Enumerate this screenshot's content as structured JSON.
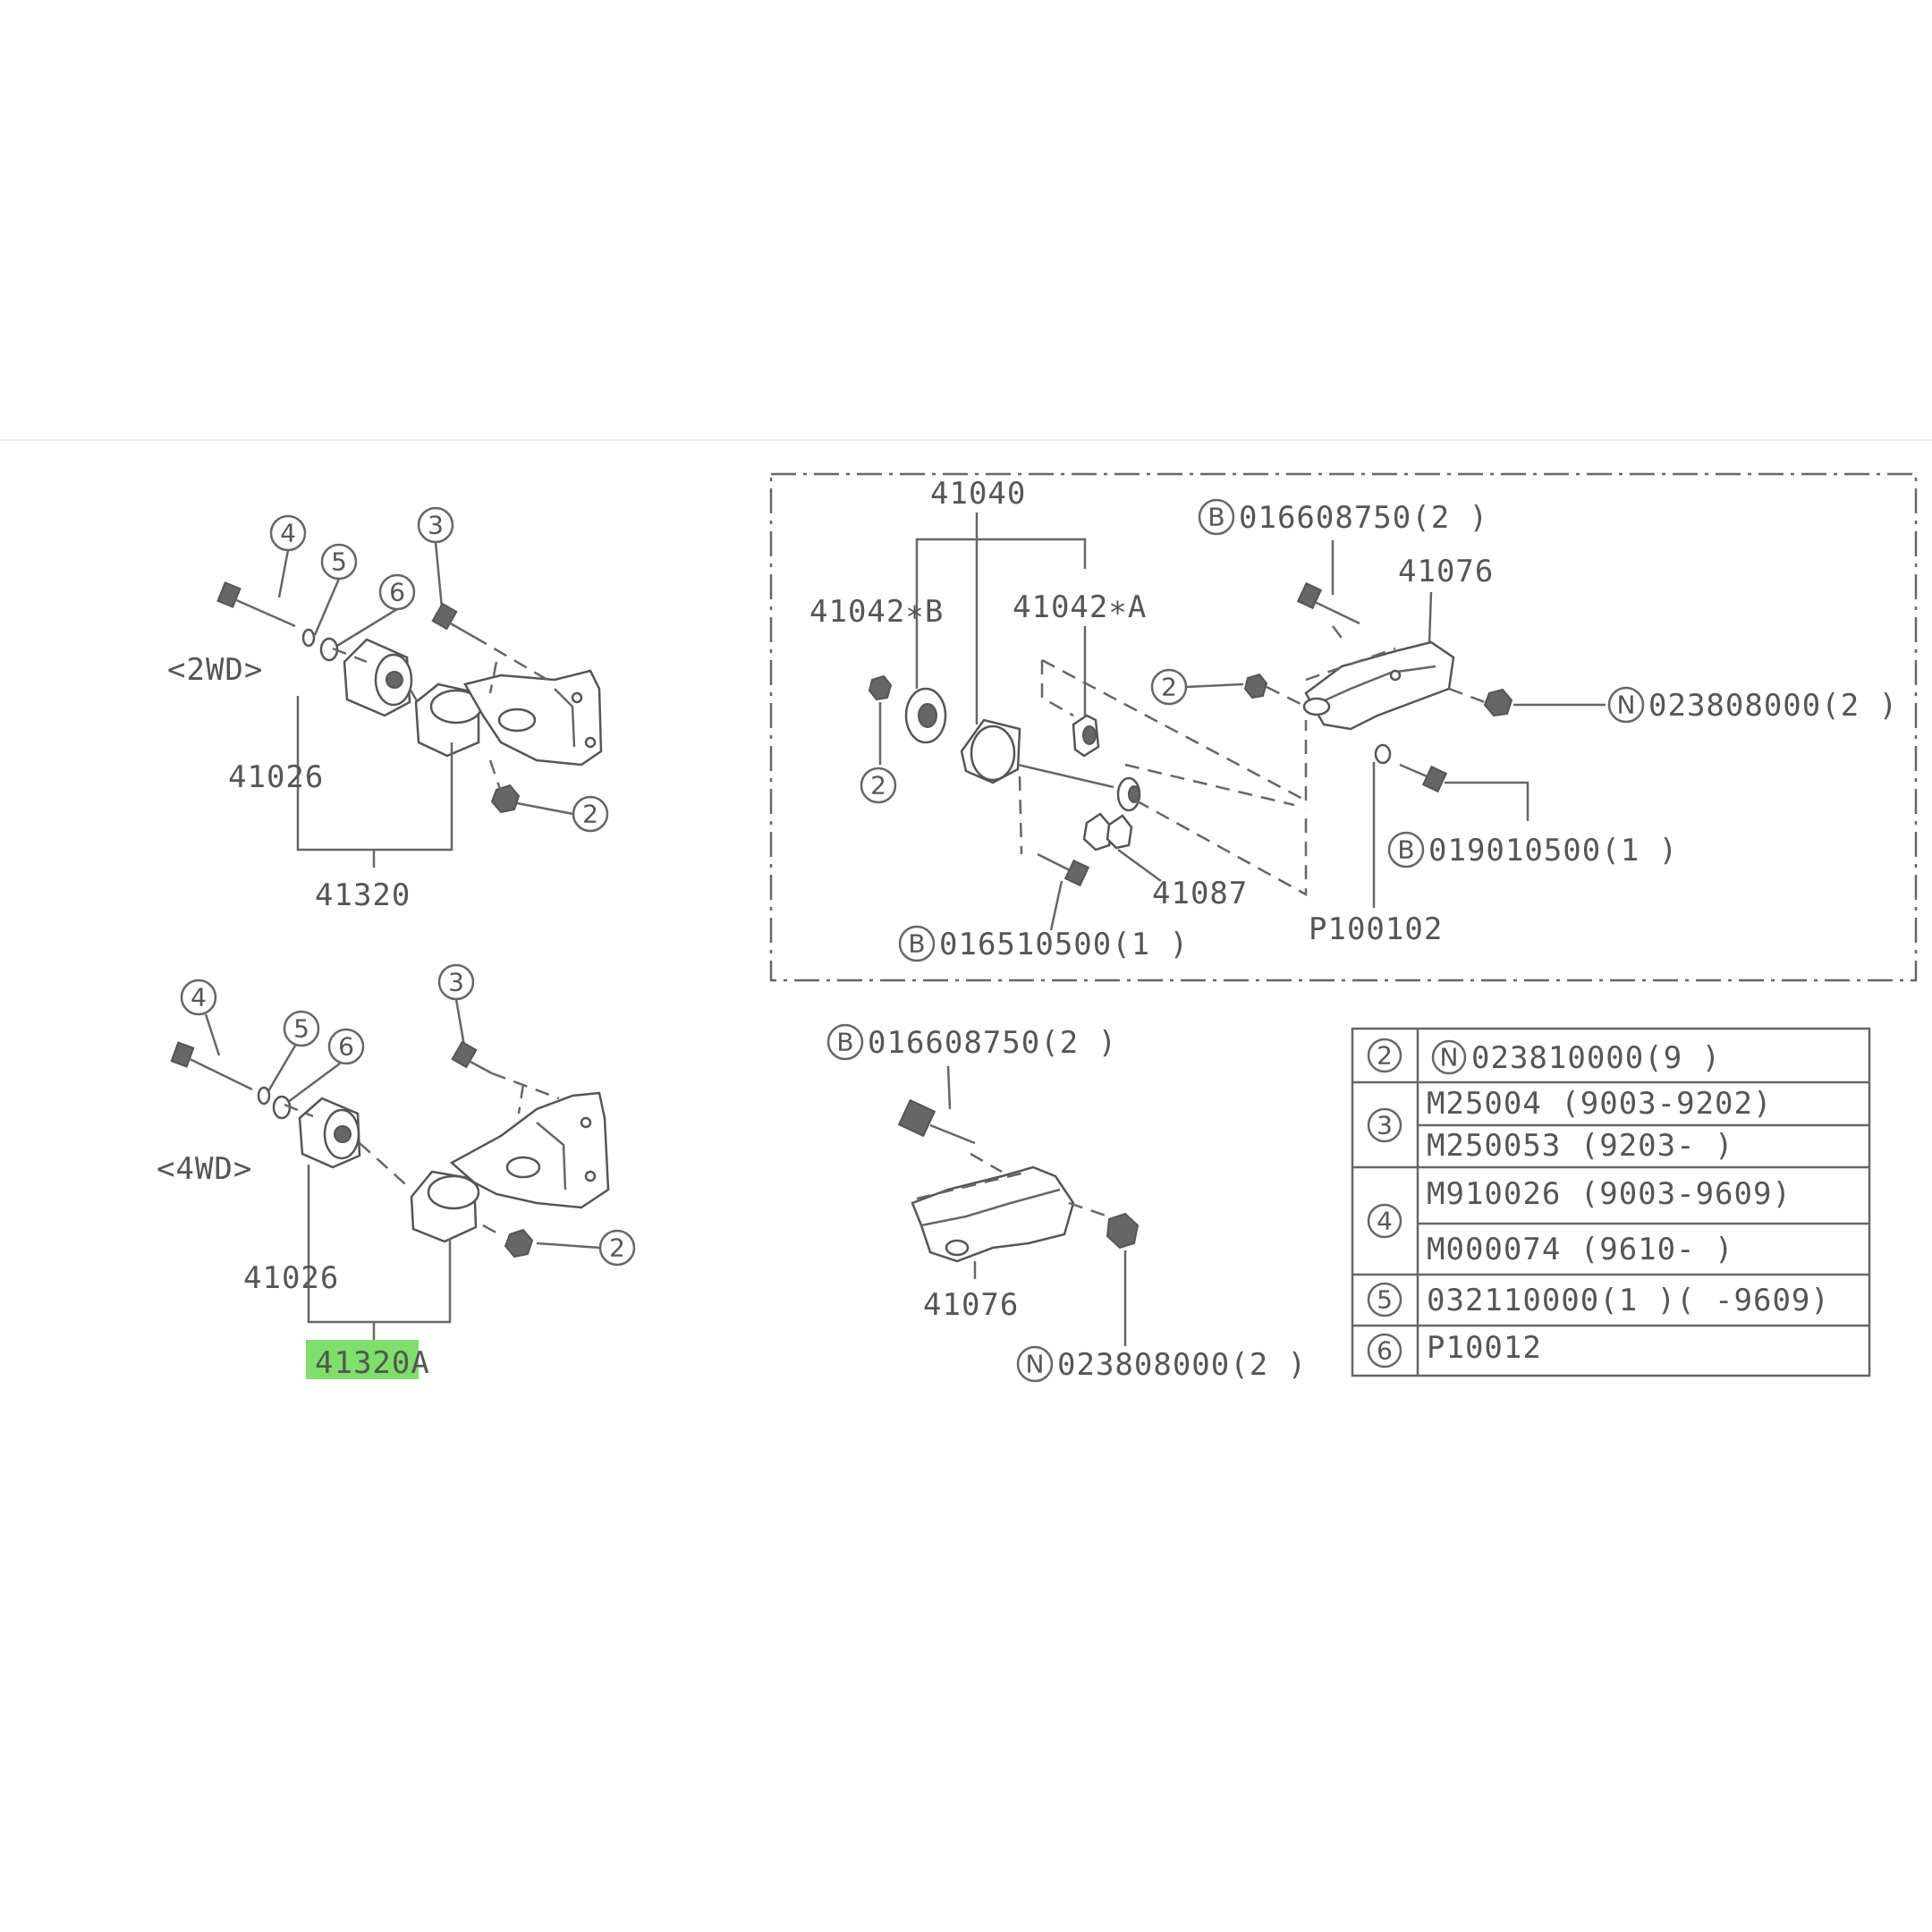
{
  "top_left": {
    "variant": "<2WD>",
    "callouts": [
      "4",
      "5",
      "6",
      "3",
      "2"
    ],
    "bushing_label": "41026",
    "assembly_label": "41320"
  },
  "bottom_left": {
    "variant": "<4WD>",
    "callouts": [
      "4",
      "5",
      "6",
      "3",
      "2"
    ],
    "bushing_label": "41026",
    "assembly_label": "41320A",
    "highlight_color": "#7ee06a"
  },
  "top_right": {
    "assembly_label": "41040",
    "part_b": "41042∗B",
    "part_a": "41042∗A",
    "bolt_top_prefix": "B",
    "bolt_top": "016608750(2 )",
    "bracket_label": "41076",
    "callout_2_left": "2",
    "callout_2_mid": "2",
    "nut_prefix": "N",
    "nut": "023808000(2 )",
    "bolt_right_prefix": "B",
    "bolt_right": "019010500(1 )",
    "bolt_bottom_prefix": "B",
    "bolt_bottom": "016510500(1 )",
    "stopper_label": "41087",
    "washer_label": "P100102"
  },
  "bottom_middle": {
    "bolt_prefix": "B",
    "bolt": "016608750(2 )",
    "bracket_label": "41076",
    "nut_prefix": "N",
    "nut": "023808000(2 )"
  },
  "table": {
    "rows": [
      {
        "key": "2",
        "prefix": "N",
        "value": "023810000(9 )"
      },
      {
        "key": "3",
        "value": "M25004  (9003-9202)"
      },
      {
        "key": "3",
        "value": "M250053 (9203-    )"
      },
      {
        "key": "4",
        "value": "M910026 (9003-9609)"
      },
      {
        "key": "4",
        "value": "M000074 (9610-    )"
      },
      {
        "key": "5",
        "value": "032110000(1 )(  -9609)"
      },
      {
        "key": "6",
        "value": "P10012"
      }
    ]
  }
}
